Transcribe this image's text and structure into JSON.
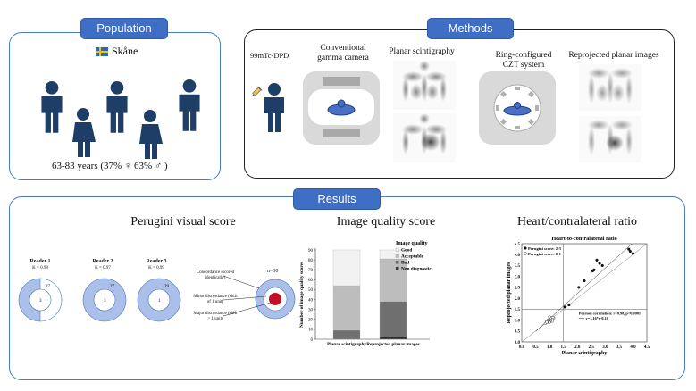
{
  "population": {
    "title": "Population",
    "region": "Skåne",
    "demographics": "63-83 years (37%  ♀ 63% ♂ )"
  },
  "methods": {
    "title": "Methods",
    "tracer": "99mTc-DPD",
    "conventional": "Conventional gamma camera",
    "planar": "Planar scintigraphy",
    "czt": "Ring-configured CZT system",
    "reprojected": "Reprojected planar images"
  },
  "results": {
    "title": "Results",
    "perugini": {
      "title": "Perugini visual score",
      "readers": [
        {
          "name": "Reader 1",
          "kappa": "K = 0.98",
          "outer": "27",
          "inner": "3"
        },
        {
          "name": "Reader 2",
          "kappa": "K = 0.97",
          "outer": "27",
          "inner": "3"
        },
        {
          "name": "Reader 3",
          "kappa": "K = 0.99",
          "outer": "29",
          "inner": "1"
        }
      ],
      "legend_n": "n=30",
      "legend": [
        "Concordance (scored identically)",
        "Minor discordance (shift of 1 unit)",
        "Major discordance (shift > 1 unit)"
      ]
    },
    "quality": {
      "title": "Image quality score"
    },
    "hcl": {
      "title": "Heart/contralateral ratio"
    }
  },
  "colors": {
    "accent": "#3f6fc4",
    "ring": "#aac0e8",
    "major": "#c0102a",
    "good": "#f2f2f2",
    "acceptable": "#bdbdbd",
    "bad": "#6f6f6f",
    "nondiag": "#2f2f2f"
  },
  "chart_data": [
    {
      "type": "bar",
      "stacked": true,
      "categories": [
        "Planar scintigraphy",
        "Reprojected planar images"
      ],
      "series": [
        {
          "name": "Non diagnostic",
          "values": [
            0,
            2
          ]
        },
        {
          "name": "Bad",
          "values": [
            9,
            36
          ]
        },
        {
          "name": "Acceptable",
          "values": [
            45,
            43
          ]
        },
        {
          "name": "Good",
          "values": [
            36,
            9
          ]
        }
      ],
      "legend_title": "Image quality",
      "ylabel": "Number of image quality scores",
      "ylim": [
        0,
        90
      ],
      "yticks": [
        0,
        10,
        20,
        30,
        40,
        50,
        60,
        70,
        80,
        90
      ],
      "legend": "top-right"
    },
    {
      "type": "scatter",
      "title": "Heart-to-contralateral ratio",
      "xlabel": "Planar scintigraphy",
      "ylabel": "Reprojected planar images",
      "xlim": [
        0.0,
        4.5
      ],
      "ylim": [
        0.0,
        4.5
      ],
      "xticks": [
        "0.0",
        "0.5",
        "1.0",
        "1.5",
        "2.0",
        "2.5",
        "3.0",
        "3.5",
        "4.0",
        "4.5"
      ],
      "yticks": [
        "0.0",
        "0.5",
        "1.0",
        "1.5",
        "2.0",
        "2.5",
        "3.0",
        "3.5",
        "4.0",
        "4.5"
      ],
      "series": [
        {
          "name": "Perugini score: 2-3",
          "marker": "filled",
          "x": [
            1.55,
            1.7,
            2.05,
            2.25,
            2.55,
            2.6,
            2.7,
            2.8,
            2.9,
            3.85,
            3.9,
            4.0
          ],
          "y": [
            1.6,
            1.7,
            2.5,
            2.8,
            3.25,
            3.3,
            3.75,
            3.6,
            3.5,
            4.25,
            4.15,
            4.05
          ]
        },
        {
          "name": "Perugini score: 0-1",
          "marker": "open",
          "x": [
            0.85,
            0.9,
            0.95,
            1.0,
            1.0,
            1.05,
            1.05,
            1.1,
            1.1,
            1.15,
            0.95,
            1.0,
            1.1,
            0.9,
            1.0,
            1.05,
            1.12,
            0.98
          ],
          "y": [
            0.85,
            0.95,
            0.9,
            1.0,
            1.05,
            0.95,
            1.1,
            1.0,
            1.05,
            1.1,
            1.0,
            0.9,
            0.95,
            0.9,
            1.15,
            1.0,
            1.12,
            1.02
          ]
        }
      ],
      "annotation_line1": "Pearson correlation: r=0.98, p<0.0001",
      "annotation_line2": "y=1.16*x-0.10",
      "reference_lines": {
        "x": 1.5,
        "y": 1.5
      },
      "legend": "top-left"
    }
  ]
}
